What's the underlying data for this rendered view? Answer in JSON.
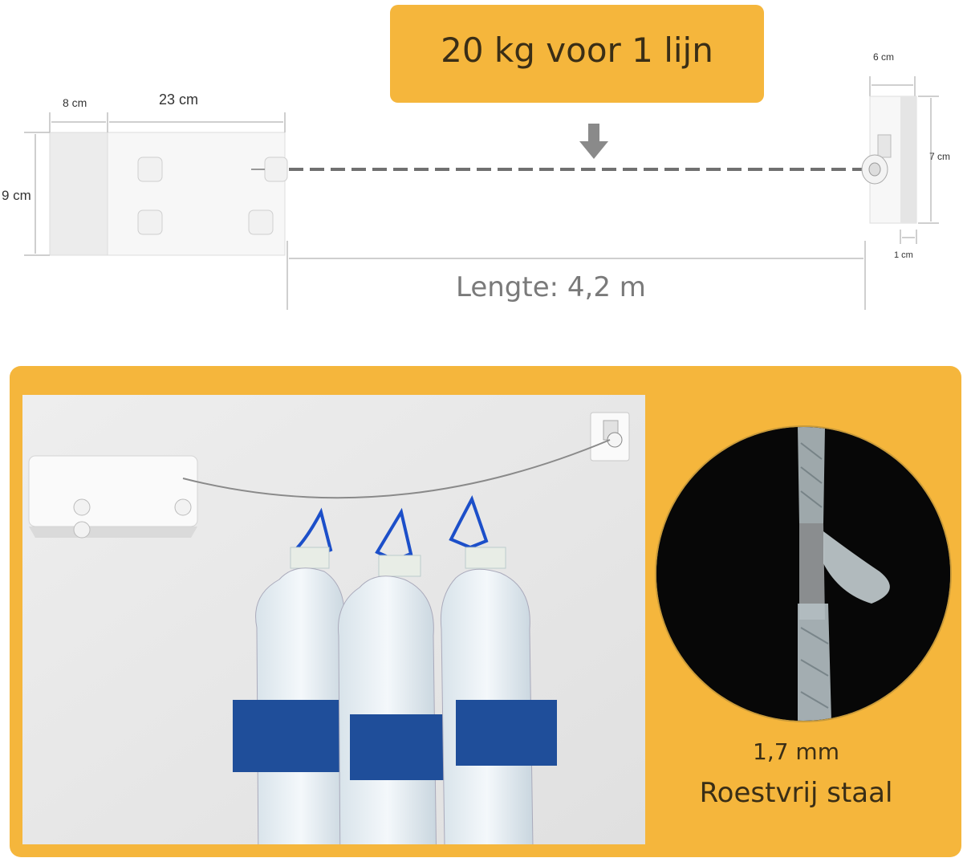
{
  "banner": {
    "text": "20 kg voor 1 lijn"
  },
  "dimensions": {
    "width_8": "8 cm",
    "width_23": "23 cm",
    "height_9": "9 cm",
    "width_6": "6 cm",
    "height_7": "7 cm",
    "depth_1": "1 cm",
    "length": "Lengte: 4,2 m"
  },
  "detail": {
    "diameter": "1,7 mm",
    "material": "Roestvrij staal"
  },
  "colors": {
    "accent": "#f5b63c",
    "text_dark": "#3a2e16",
    "text_grey": "#7a7a7a",
    "bottle_label": "#1f4e9a",
    "hanger": "#1c4fc9"
  }
}
